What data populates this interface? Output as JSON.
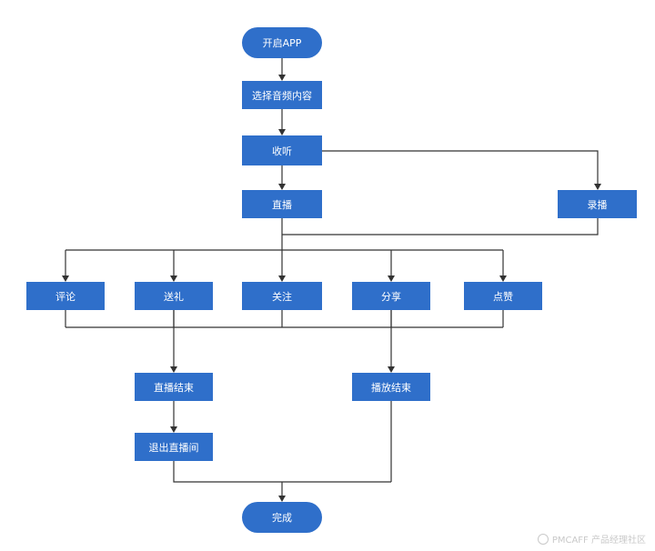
{
  "nodes": {
    "start": "开启APP",
    "select": "选择音频内容",
    "listen": "收听",
    "live": "直播",
    "record": "录播",
    "comment": "评论",
    "gift": "送礼",
    "follow": "关注",
    "share": "分享",
    "like": "点赞",
    "live_end": "直播结束",
    "play_end": "播放结束",
    "exit_room": "退出直播间",
    "done": "完成"
  },
  "watermark": "PMCAFF 产品经理社区",
  "colors": {
    "node_fill": "#2f6fca",
    "line": "#333333"
  }
}
